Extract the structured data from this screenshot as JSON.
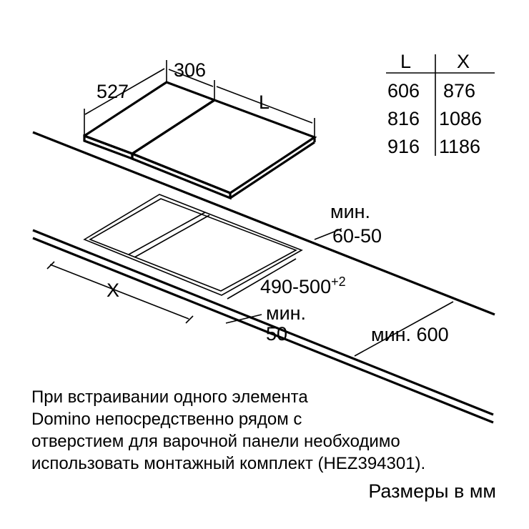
{
  "dimensions": {
    "depth": "527",
    "domino_width": "306",
    "hob_length": "L",
    "cutout_width": "X",
    "cutout_depth": "490-500",
    "cutout_depth_tolerance": "+2",
    "min_worktop_edge_label": "мин.",
    "min_worktop_edge_value": "60-50",
    "min_side_label": "мин.",
    "min_side_value": "50",
    "min_wall": "мин. 600"
  },
  "table": {
    "headers": [
      "L",
      "X"
    ],
    "rows": [
      [
        "606",
        "876"
      ],
      [
        "816",
        "1086"
      ],
      [
        "916",
        "1186"
      ]
    ]
  },
  "note": {
    "lines": [
      "При встраивании одного элемента",
      "Domino непосредственно рядом с",
      "отверстием для варочной панели необходимо",
      "использовать монтажный комплект (HEZ394301)."
    ]
  },
  "units": "Размеры в мм"
}
